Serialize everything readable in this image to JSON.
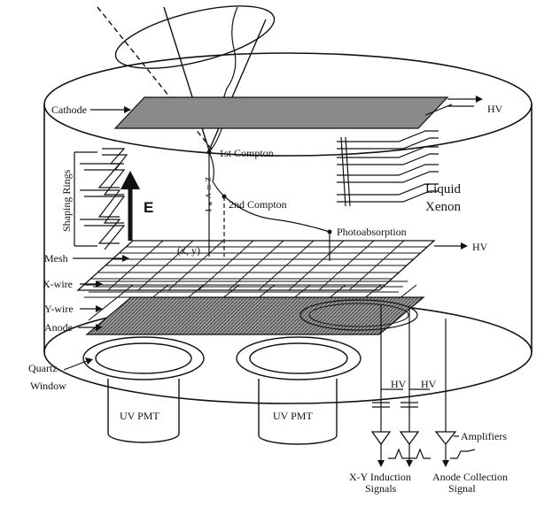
{
  "labels": {
    "cathode": "Cathode",
    "hv_top": "HV",
    "first_compton": "1st Compton",
    "shaping_rings": "Shaping Rings",
    "e_field": "E",
    "z_formula": "z = v * t",
    "second_compton": "2nd Compton",
    "liquid": "Liquid",
    "xenon": "Xenon",
    "photoabsorption": "Photoabsorption",
    "xy": "(x, y)",
    "mesh": "Mesh",
    "hv_mesh": "HV",
    "x_wire": "X-wire",
    "y_wire": "Y-wire",
    "anode": "Anode",
    "quartz": "Quartz",
    "window": "Window",
    "hv_left": "HV",
    "hv_right": "HV",
    "uv_pmt_left": "UV PMT",
    "uv_pmt_right": "UV PMT",
    "amplifiers": "Amplifiers",
    "xy_induction": "X-Y Induction",
    "signals": "Signals",
    "anode_collection": "Anode Collection",
    "signal": "Signal"
  },
  "colors": {
    "ink": "#111111",
    "cathode_fill": "#8a8a8a",
    "anode_fill": "#bdbdbd"
  }
}
